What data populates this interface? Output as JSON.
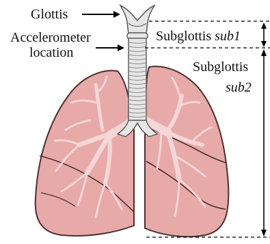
{
  "labels": {
    "glottis": "Glottis",
    "accelerometer_line1": "Accelerometer",
    "accelerometer_line2": "location",
    "sub1_prefix": "Subglottis ",
    "sub1_italic": "sub1",
    "sub2_line1": "Subglottis",
    "sub2_italic": "sub2"
  },
  "colors": {
    "lung_fill": "#e8a9a9",
    "lung_stroke": "#4a2f2f",
    "airway_fill": "#f6d6d6",
    "trachea_fill": "#e6e6e6",
    "trachea_stroke": "#555555",
    "text": "#111111"
  }
}
